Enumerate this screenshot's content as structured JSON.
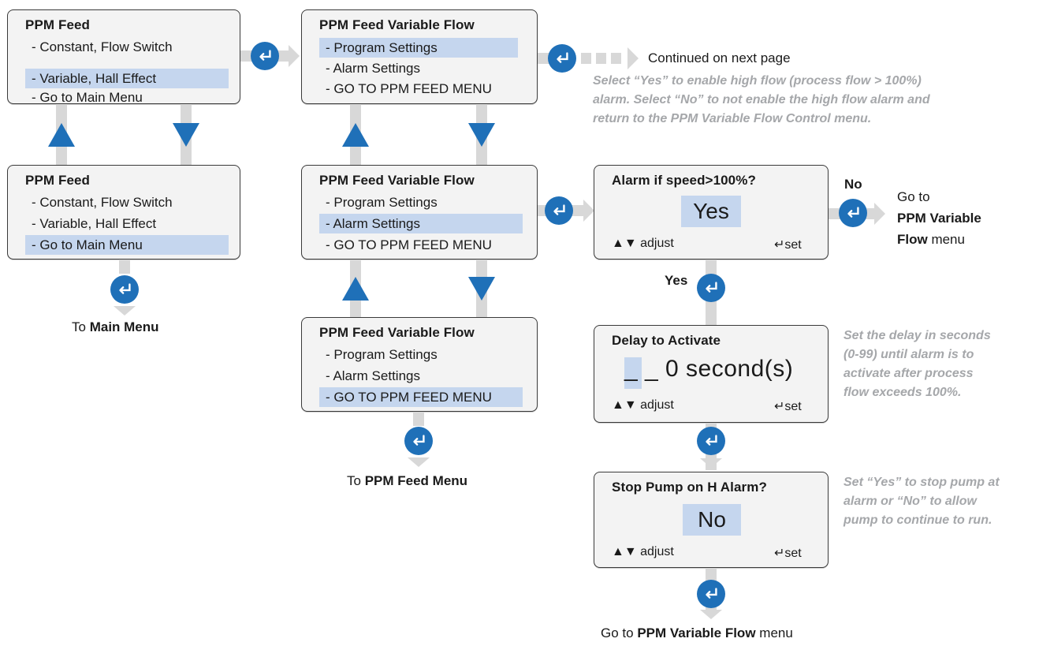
{
  "col1": {
    "box1": {
      "title": "PPM Feed",
      "items": [
        "- Constant, Flow Switch",
        "- Variable, Hall Effect",
        "- Go to Main Menu"
      ]
    },
    "box2": {
      "title": "PPM Feed",
      "items": [
        "- Constant, Flow Switch",
        "- Variable, Hall Effect",
        "- Go to Main Menu"
      ]
    },
    "footer_prefix": "To",
    "footer_bold": "Main Menu"
  },
  "col2": {
    "box1": {
      "title": "PPM Feed Variable Flow",
      "items": [
        "- Program Settings",
        "- Alarm Settings",
        "- GO TO PPM FEED MENU"
      ]
    },
    "box2": {
      "title": "PPM Feed Variable Flow",
      "items": [
        "- Program Settings",
        "- Alarm Settings",
        "- GO TO PPM FEED MENU"
      ]
    },
    "box3": {
      "title": "PPM Feed Variable Flow",
      "items": [
        "- Program Settings",
        "- Alarm Settings",
        "- GO TO PPM FEED MENU"
      ]
    },
    "footer_prefix": "To",
    "footer_bold": "PPM Feed Menu"
  },
  "continued": "Continued on next page",
  "note1": {
    "line1": "Select “Yes” to enable high flow (process flow > 100%)",
    "line2": "alarm. Select “No” to not enable the high flow alarm and",
    "line3_prefix": "return to the ",
    "line3_bold": "PPM Variable Flow Control",
    "line3_suffix": " menu."
  },
  "alarm_box": {
    "title": "Alarm if speed>100%?",
    "value": "Yes",
    "adjust": "adjust",
    "set": "set"
  },
  "no_label": "No",
  "yes_label": "Yes",
  "goto_right": {
    "line1": "Go to",
    "line2": "PPM Variable",
    "line3_bold": "Flow",
    "line3_rest": " menu"
  },
  "delay_box": {
    "title": "Delay to Activate",
    "value": "_ _ 0 second(s)",
    "adjust": "adjust",
    "set": "set"
  },
  "note2": [
    "Set the delay in seconds",
    "(0-99) until alarm is to",
    "activate after process",
    "flow exceeds 100%."
  ],
  "stop_box": {
    "title": "Stop Pump on H Alarm?",
    "value": "No",
    "adjust": "adjust",
    "set": "set"
  },
  "note3": [
    "Set “Yes” to stop pump at",
    "alarm or “No” to allow",
    "pump to continue to run."
  ],
  "bottom": {
    "prefix": "Go to",
    "bold": "PPM Variable Flow",
    "suffix": "menu"
  },
  "colors": {
    "accent": "#1f70b8",
    "highlight": "#c5d6ee",
    "connector": "#d8d8d8",
    "note": "#a5a7aa"
  },
  "icons": {
    "enter": "enter-return-icon",
    "up": "triangle-up-icon",
    "down": "triangle-down-icon"
  }
}
